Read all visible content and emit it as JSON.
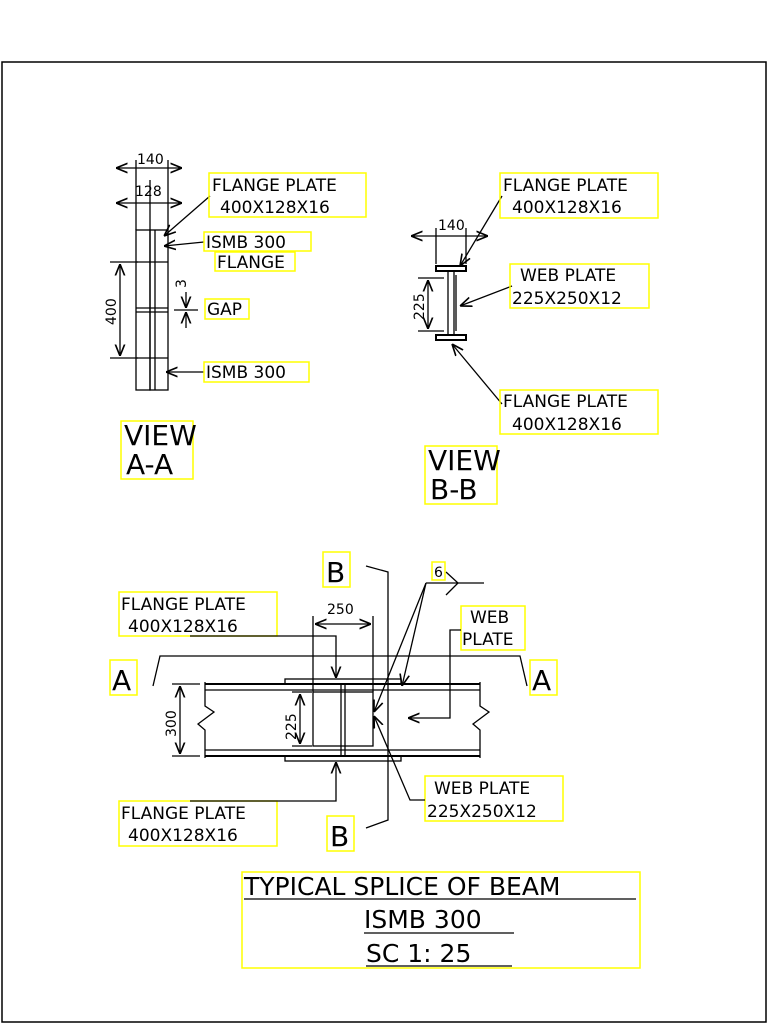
{
  "colors": {
    "background": "#ffffff",
    "linework": "#000000",
    "label_box": "#ffff00"
  },
  "view_aa": {
    "title_line1": "VIEW",
    "title_line2": "A-A",
    "dim_overall_width": "140",
    "dim_plate_width": "128",
    "dim_height": "400",
    "dim_gap": "3",
    "label_flange_plate": "FLANGE PLATE",
    "label_flange_plate_size": "400X128X16",
    "label_ismb_flange_1": "ISMB 300",
    "label_ismb_flange_2": "FLANGE",
    "label_gap": "GAP",
    "label_ismb": "ISMB 300"
  },
  "view_bb": {
    "title_line1": "VIEW",
    "title_line2": "B-B",
    "dim_width": "140",
    "dim_height": "225",
    "label_top_flange_plate": "FLANGE PLATE",
    "label_top_flange_plate_size": "400X128X16",
    "label_web_plate": "WEB PLATE",
    "label_web_plate_size": "225X250X12",
    "label_bottom_flange_plate": "FLANGE PLATE",
    "label_bottom_flange_plate_size": "400X128X16"
  },
  "elevation": {
    "section_b_top": "B",
    "section_b_bottom": "B",
    "section_a_left": "A",
    "section_a_right": "A",
    "weld_size": "6",
    "dim_plate_length": "250",
    "dim_beam_depth": "300",
    "dim_web_plate_depth": "225",
    "label_top_flange_plate": "FLANGE PLATE",
    "label_top_flange_plate_size": "400X128X16",
    "label_bottom_flange_plate": "FLANGE PLATE",
    "label_bottom_flange_plate_size": "400X128X16",
    "label_web_plate_1": "WEB",
    "label_web_plate_2": "PLATE",
    "label_web_plate": "WEB PLATE",
    "label_web_plate_size": "225X250X12"
  },
  "title_block": {
    "line1": "TYPICAL SPLICE OF BEAM",
    "line2": "ISMB 300",
    "line3": "SC 1: 25"
  }
}
